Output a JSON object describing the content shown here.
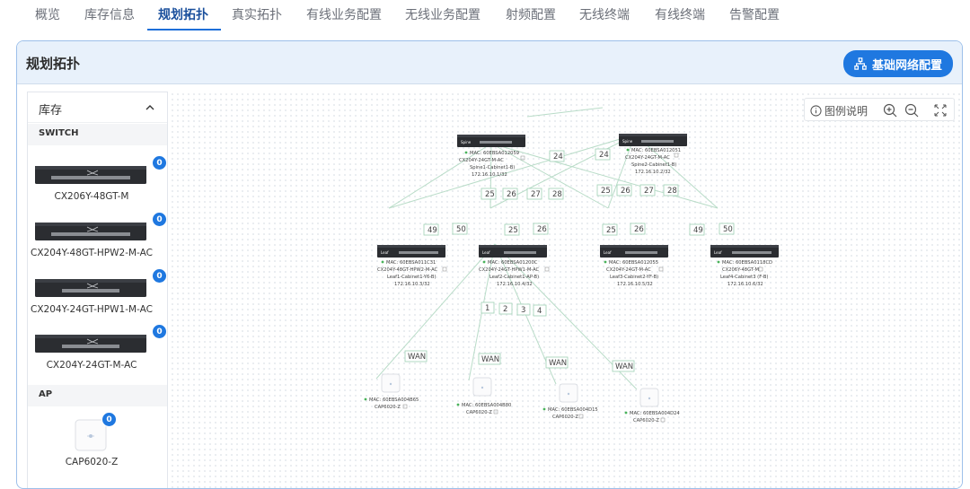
{
  "tabs": [
    {
      "label": "概览"
    },
    {
      "label": "库存信息"
    },
    {
      "label": "规划拓扑",
      "active": true
    },
    {
      "label": "真实拓扑"
    },
    {
      "label": "有线业务配置"
    },
    {
      "label": "无线业务配置"
    },
    {
      "label": "射频配置"
    },
    {
      "label": "无线终端"
    },
    {
      "label": "有线终端"
    },
    {
      "label": "告警配置"
    }
  ],
  "panel": {
    "title": "规划拓扑",
    "config_button": "基础网络配置"
  },
  "inventory": {
    "title": "库存",
    "switch_section": "SWITCH",
    "ap_section": "AP",
    "switches": [
      {
        "model": "CX206Y-48GT-M",
        "count": "0"
      },
      {
        "model": "CX204Y-48GT-HPW2-M-AC",
        "count": "0"
      },
      {
        "model": "CX204Y-24GT-HPW1-M-AC",
        "count": "0"
      },
      {
        "model": "CX204Y-24GT-M-AC",
        "count": "0"
      }
    ],
    "aps": [
      {
        "model": "CAP6020-Z",
        "count": "0"
      }
    ]
  },
  "toolbar": {
    "legend_label": "图例说明",
    "icons": [
      "info-icon",
      "zoom-in-icon",
      "zoom-out-icon",
      "fullscreen-icon"
    ]
  },
  "topology": {
    "spines": [
      {
        "role": "Spine",
        "mac": "MAC: 60EBSA012059",
        "model": "CX204Y-24GT-M-AC",
        "name": "Spine1-Cabinet1-B)",
        "ip": "172.16.10.1/32"
      },
      {
        "role": "Spine",
        "mac": "MAC: 60EBSA012051",
        "model": "CX204Y-24GT-M-AC",
        "name": "Spine2-Cabinet1-B)",
        "ip": "172.16.10.2/32"
      }
    ],
    "leaves": [
      {
        "role": "Leaf",
        "mac": "MAC: 60EBSA011C31",
        "model": "CX204Y-48GT-HPW2-M-AC",
        "name": "Leaf1-Cabinet1-Y6-B)",
        "ip": "172.16.10.3/32"
      },
      {
        "role": "Leaf",
        "mac": "MAC: 60EBSA01200C",
        "model": "CX204Y-24GT-HPW1-M-AC",
        "name": "Leaf2-Cabinet1-AP-B)",
        "ip": "172.16.10.4/32"
      },
      {
        "role": "Leaf",
        "mac": "MAC: 60EBSA012055",
        "model": "CX204Y-24GT-M-AC",
        "name": "Leaf3-Cabinet2-YF-B)",
        "ip": "172.16.10.5/32"
      },
      {
        "role": "Leaf",
        "mac": "MAC: 60EBSA0118CD",
        "model": "CX206Y-48GT-M",
        "name": "Leaf4-Cabinet3 (F-B)",
        "ip": "172.16.10.6/32"
      }
    ],
    "aps": [
      {
        "mac": "MAC: 60EBSA004B65",
        "model": "CAP6020-Z"
      },
      {
        "mac": "MAC: 60EBSA004B80",
        "model": "CAP6020-Z"
      },
      {
        "mac": "MAC: 60EBSA004D15",
        "model": "CAP6020-Z"
      },
      {
        "mac": "MAC: 60EBSA004D24",
        "model": "CAP6020-Z"
      }
    ],
    "spine_link_ports": [
      "24",
      "24"
    ],
    "spine1_down_ports": [
      "25",
      "26",
      "27",
      "28"
    ],
    "spine2_down_ports": [
      "25",
      "26",
      "27",
      "28"
    ],
    "leaf_up_ports": [
      [
        "49",
        "50"
      ],
      [
        "25",
        "26"
      ],
      [
        "25",
        "26"
      ],
      [
        "49",
        "50"
      ]
    ],
    "leaf2_ap_ports": [
      "1",
      "2",
      "3",
      "4"
    ],
    "ap_uplink_label": "WAN",
    "colors": {
      "link": "#b9dcc8",
      "port_border": "#9ed1b4",
      "online_dot": "#49b35a",
      "accent": "#1f78e0"
    }
  }
}
